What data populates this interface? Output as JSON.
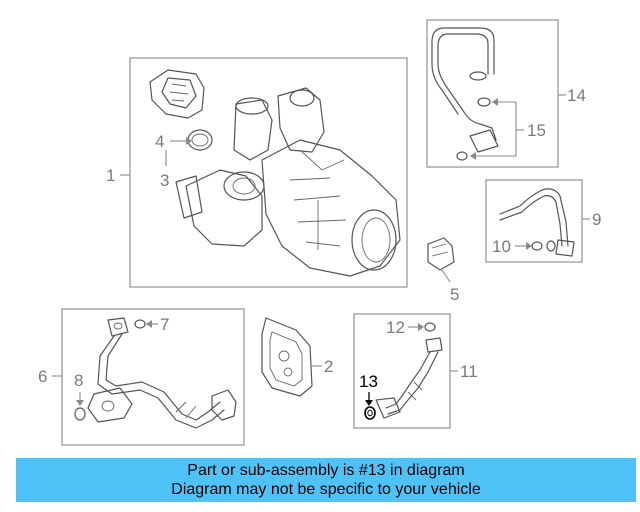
{
  "callouts": {
    "c1": "1",
    "c2": "2",
    "c3": "3",
    "c4": "4",
    "c5": "5",
    "c6": "6",
    "c7": "7",
    "c8": "8",
    "c9": "9",
    "c10": "10",
    "c11": "11",
    "c12": "12",
    "c13": "13",
    "c14": "14",
    "c15": "15"
  },
  "highlight_part": "13",
  "colors": {
    "banner": "#4fc3f7",
    "highlight": "#000000",
    "line": "#7a7a7a"
  },
  "banner": {
    "line1": "Part or sub-assembly is #13 in diagram",
    "line2": "Diagram may not be specific to your vehicle"
  }
}
